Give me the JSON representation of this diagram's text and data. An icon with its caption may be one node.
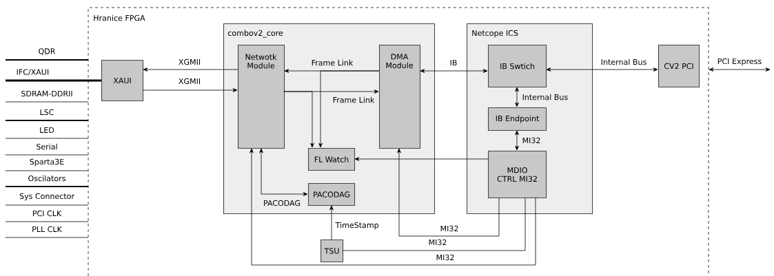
{
  "diagram": {
    "nodes": [
      {
        "text": [
          "Hranice FPGA"
        ]
      },
      {
        "text": [
          "XAUI"
        ],
        "in": 0
      },
      {
        "text": [
          "combov2_core"
        ],
        "in": 0
      },
      {
        "text": [
          "Netwotk Module"
        ],
        "in": 2
      },
      {
        "text": [
          "DMA Module"
        ],
        "in": 2
      },
      {
        "text": [
          "FL Watch"
        ],
        "in": 2
      },
      {
        "text": [
          "PACODAG"
        ],
        "in": 2
      },
      {
        "text": [
          "Netcope ICS"
        ],
        "in": 0
      },
      {
        "text": [
          "IB Swtich"
        ],
        "in": 7
      },
      {
        "text": [
          "IB Endpoint"
        ],
        "in": 7
      },
      {
        "text": [
          "MDIO CTRL MI32"
        ],
        "in": 7
      },
      {
        "text": [
          "CV2 PCI"
        ],
        "in": 0
      },
      {
        "text": [
          "TSU"
        ],
        "in": 0
      }
    ],
    "edges": [
      {
        "from": 3,
        "to": 1,
        "arrow": "to",
        "label": "XGMII"
      },
      {
        "from": 1,
        "to": 3,
        "arrow": "to",
        "label": "XGMII"
      },
      {
        "from": 4,
        "to": 3,
        "arrow": "to",
        "label": "Frame Link"
      },
      {
        "from": 3,
        "to": 4,
        "arrow": "to",
        "label": "Frame Link"
      },
      {
        "from": 3,
        "to": 5,
        "arrow": "to"
      },
      {
        "from": 4,
        "to": 5,
        "arrow": "to"
      },
      {
        "from": 8,
        "to": 4,
        "arrow": "both",
        "label": "IB"
      },
      {
        "from": 8,
        "to": 11,
        "arrow": "both",
        "label": "Internal Bus"
      },
      {
        "from": 8,
        "to": 9,
        "arrow": "both",
        "label": "Internal Bus"
      },
      {
        "from": 9,
        "to": 10,
        "arrow": "both",
        "label": "MI32"
      },
      {
        "from": 10,
        "to": 5,
        "arrow": "to"
      },
      {
        "from": 3,
        "to": 6,
        "arrow": "both",
        "label": "PACODAG"
      },
      {
        "from": 12,
        "to": 6,
        "arrow": "to",
        "label": "TimeStamp"
      },
      {
        "from": 10,
        "to": 4,
        "arrow": "to",
        "label": "MI32"
      },
      {
        "from": 10,
        "to": 12,
        "arrow": "none",
        "label": "MI32"
      },
      {
        "from": 10,
        "to": 3,
        "arrow": "to",
        "label": "MI32"
      },
      {
        "from": null,
        "to": 1,
        "arrow": "none",
        "label": "IFC/XAUI",
        "style": "thick"
      },
      {
        "from": 0,
        "to": null,
        "arrow": "both",
        "label": "PCI Express"
      }
    ],
    "labels": [
      "QDR",
      "SDRAM-DDRII",
      "LSC",
      "LED",
      "Serial",
      "Sparta3E",
      "Oscilators",
      "Sys Connector",
      "PCI CLK",
      "PLL CLK"
    ]
  }
}
